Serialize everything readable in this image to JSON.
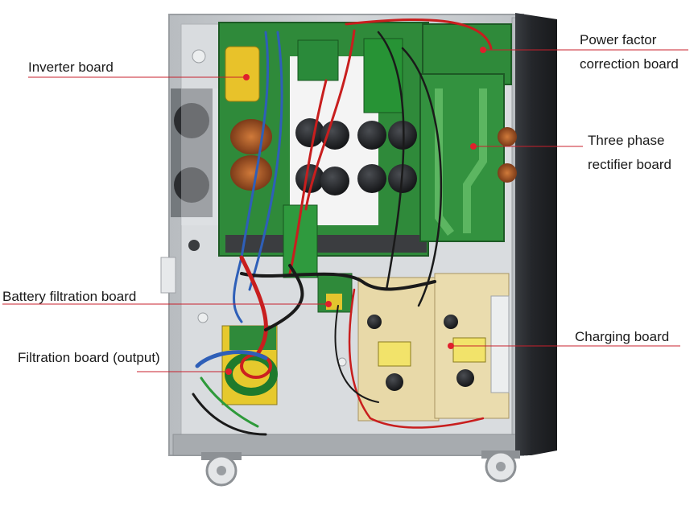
{
  "labels": {
    "inverter": "Inverter board",
    "pfc_line1": "Power factor",
    "pfc_line2": "correction board",
    "rectifier_line1": "Three phase",
    "rectifier_line2": "rectifier board",
    "battery": "Battery filtration board",
    "filtration_output": "Filtration board (output)",
    "charging": "Charging board"
  },
  "colors": {
    "callout_line": "#c8202c",
    "callout_dot": "#e0202c",
    "pcb_green": "#2f8a3a",
    "charger_board": "#e8d9a8",
    "chassis": "#c9cdd0",
    "front_panel": "#2a2c30"
  }
}
